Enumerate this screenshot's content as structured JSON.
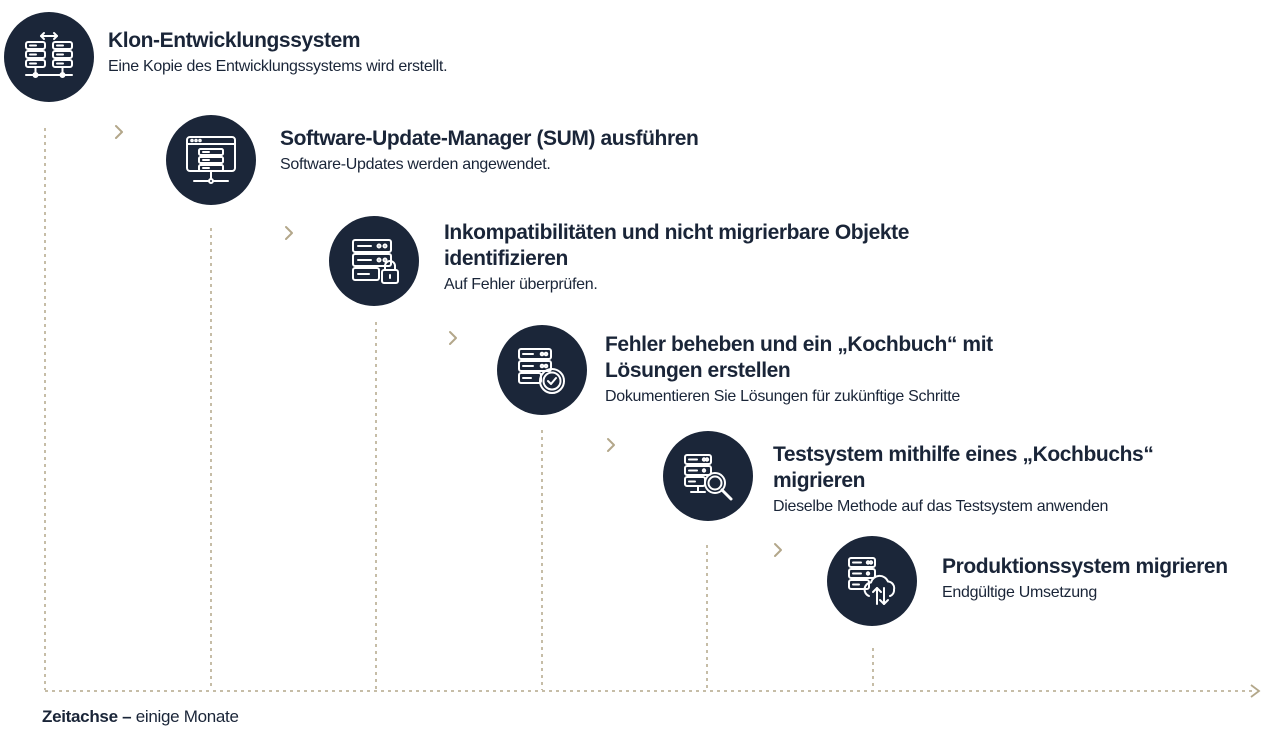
{
  "colors": {
    "circle": "#1b2639",
    "text": "#1a2538",
    "accent": "#b3a78a",
    "icon_stroke": "#ffffff"
  },
  "steps": [
    {
      "title": "Klon-Entwicklungssystem",
      "desc": "Eine Kopie des Entwicklungssystems wird erstellt.",
      "icon": "servers-sync-icon"
    },
    {
      "title": "Software-Update-Manager (SUM) ausführen",
      "desc": "Software-Updates werden angewendet.",
      "icon": "update-window-server-icon"
    },
    {
      "title": "Inkompatibilitäten und nicht migrierbare Objekte identifizieren",
      "desc": "Auf Fehler überprüfen.",
      "icon": "server-lock-icon"
    },
    {
      "title": "Fehler beheben und ein „Kochbuch“ mit Lösungen erstellen",
      "desc": "Dokumentieren Sie Lösungen für zukünftige Schritte",
      "icon": "server-check-icon"
    },
    {
      "title": "Testsystem mithilfe eines „Kochbuchs“ migrieren",
      "desc": "Dieselbe Methode auf das Testsystem anwenden",
      "icon": "server-search-icon"
    },
    {
      "title": "Produktionssystem migrieren",
      "desc": "Endgültige Umsetzung",
      "icon": "server-cloud-transfer-icon"
    }
  ],
  "axis": {
    "label_bold": "Zeitachse –",
    "label_rest": " einige Monate"
  }
}
